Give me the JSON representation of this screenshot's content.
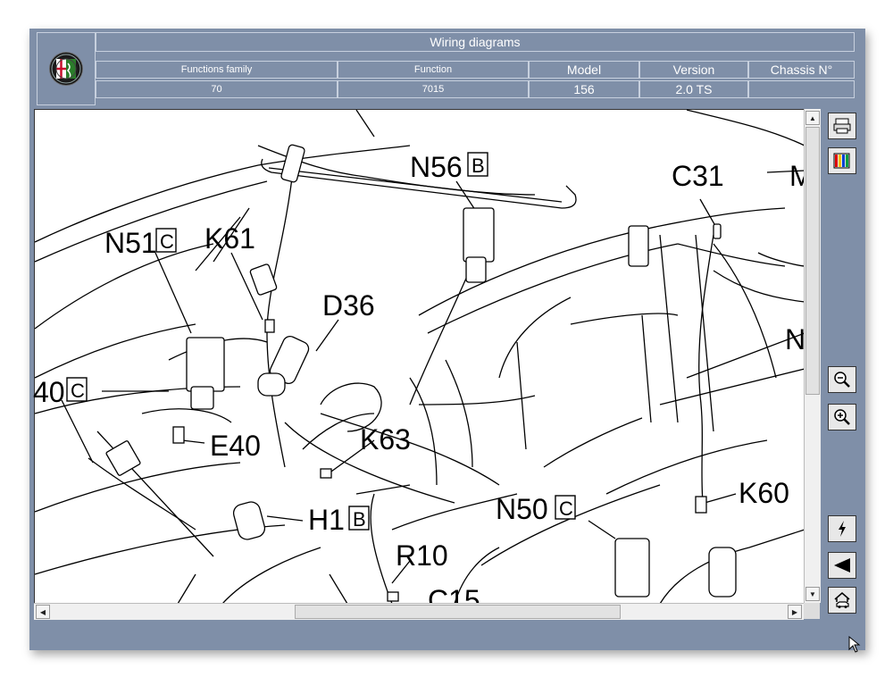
{
  "header": {
    "title": "Wiring diagrams",
    "columns": [
      {
        "label": "Functions family",
        "value": "70"
      },
      {
        "label": "Function",
        "value": "7015"
      },
      {
        "label": "Model",
        "value": "156"
      },
      {
        "label": "Version",
        "value": "2.0 TS"
      },
      {
        "label": "Chassis N°",
        "value": ""
      }
    ]
  },
  "diagram": {
    "labels": [
      {
        "text": "N56",
        "box": "B"
      },
      {
        "text": "C31",
        "box": ""
      },
      {
        "text": "N51",
        "box": "C"
      },
      {
        "text": "K61",
        "box": ""
      },
      {
        "text": "D36",
        "box": ""
      },
      {
        "text": "40",
        "box": "C"
      },
      {
        "text": "E40",
        "box": ""
      },
      {
        "text": "K63",
        "box": ""
      },
      {
        "text": "H1",
        "box": "B"
      },
      {
        "text": "N50",
        "box": "C"
      },
      {
        "text": "K60",
        "box": ""
      },
      {
        "text": "R10",
        "box": ""
      },
      {
        "text": "C15",
        "box": ""
      },
      {
        "text": "M",
        "box": ""
      },
      {
        "text": "N",
        "box": ""
      }
    ]
  },
  "toolbar": {
    "print_icon": "printer-icon",
    "legend_icon": "color-legend-icon",
    "zoom_out_icon": "zoom-out-icon",
    "zoom_in_icon": "zoom-in-icon",
    "power_icon": "lightning-icon",
    "back_icon": "back-arrow-icon",
    "home_icon": "home-car-icon"
  }
}
